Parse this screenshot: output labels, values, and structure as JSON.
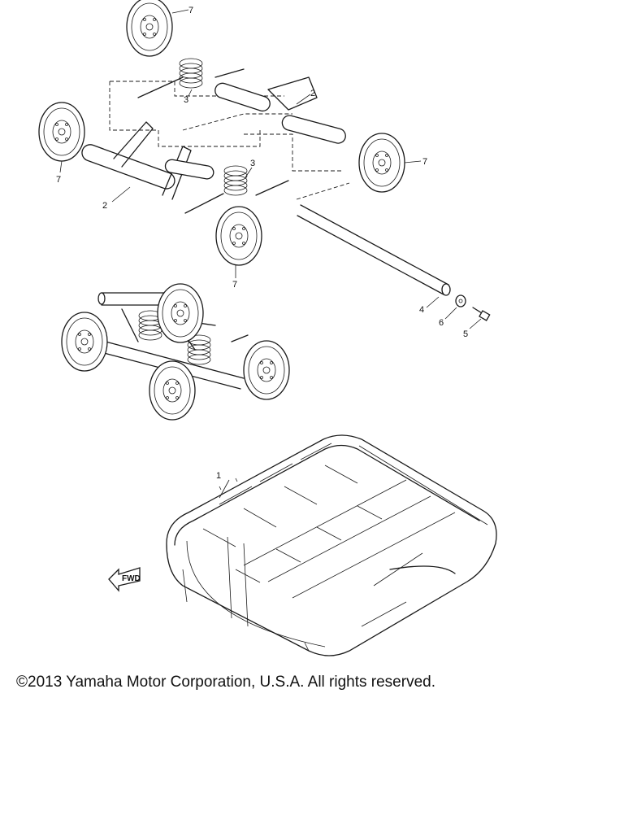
{
  "diagram": {
    "callouts": {
      "c1": "1",
      "c2a": "2",
      "c2b": "2",
      "c3a": "3",
      "c3b": "3",
      "c4": "4",
      "c5": "5",
      "c6": "6",
      "c7a": "7",
      "c7b": "7",
      "c7c": "7",
      "c7d": "7"
    },
    "forward_arrow_label": "FWD"
  },
  "footer": {
    "copyright": "©2013 Yamaha Motor Corporation, U.S.A. All rights reserved."
  }
}
